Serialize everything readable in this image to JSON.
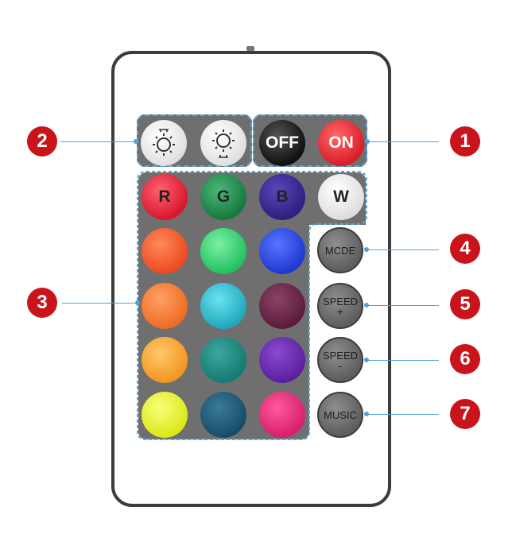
{
  "badges": {
    "b1": "1",
    "b2": "2",
    "b3": "3",
    "b4": "4",
    "b5": "5",
    "b6": "6",
    "b7": "7"
  },
  "power": {
    "off_label": "OFF",
    "on_label": "ON"
  },
  "rgbw": {
    "r": "R",
    "g": "G",
    "b": "B",
    "w": "W"
  },
  "side_buttons": {
    "mode": "MCDE",
    "speed_up_line1": "SPEED",
    "speed_up_line2": "+",
    "speed_down_line1": "SPEED",
    "speed_down_line2": "-",
    "music": "MUSIC"
  },
  "icons": {
    "brightness_up": "sun-up-icon",
    "brightness_down": "sun-down-icon"
  },
  "colors": {
    "accent_line": "#4fa3d8",
    "badge": "#c8141a",
    "panel": "#6f6f6f",
    "red": "#e4253b",
    "green": "#1f8b4d",
    "blue": "#3a2a90",
    "white": "#f2f2f2",
    "grid": [
      [
        "#f05a2a",
        "#2ecf70",
        "#2a48d8"
      ],
      [
        "#f07a30",
        "#2ab8c8",
        "#6a2a4a"
      ],
      [
        "#f5a030",
        "#1f8a80",
        "#6a2aa8"
      ],
      [
        "#eaf02a",
        "#1f5a78",
        "#e0307a"
      ]
    ]
  }
}
